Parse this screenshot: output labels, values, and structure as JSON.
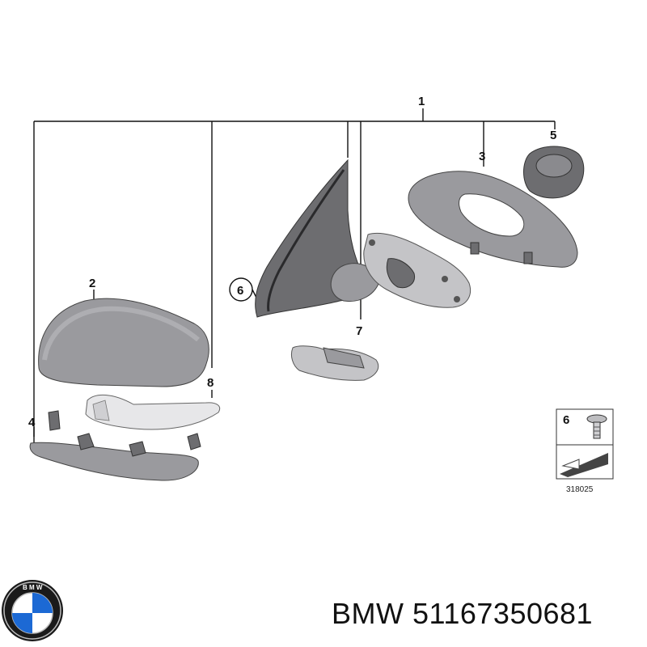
{
  "callouts": {
    "c1": "1",
    "c2": "2",
    "c3": "3",
    "c4": "4",
    "c5": "5",
    "c6": "6",
    "c7": "7",
    "c8": "8",
    "legend_num": "6"
  },
  "reference_code": "318025",
  "footer": {
    "brand": "BMW",
    "part_number": "51167350681",
    "logo_text": "BMW"
  },
  "colors": {
    "background": "#ffffff",
    "line": "#111111",
    "logo_blue": "#1c69d4"
  }
}
